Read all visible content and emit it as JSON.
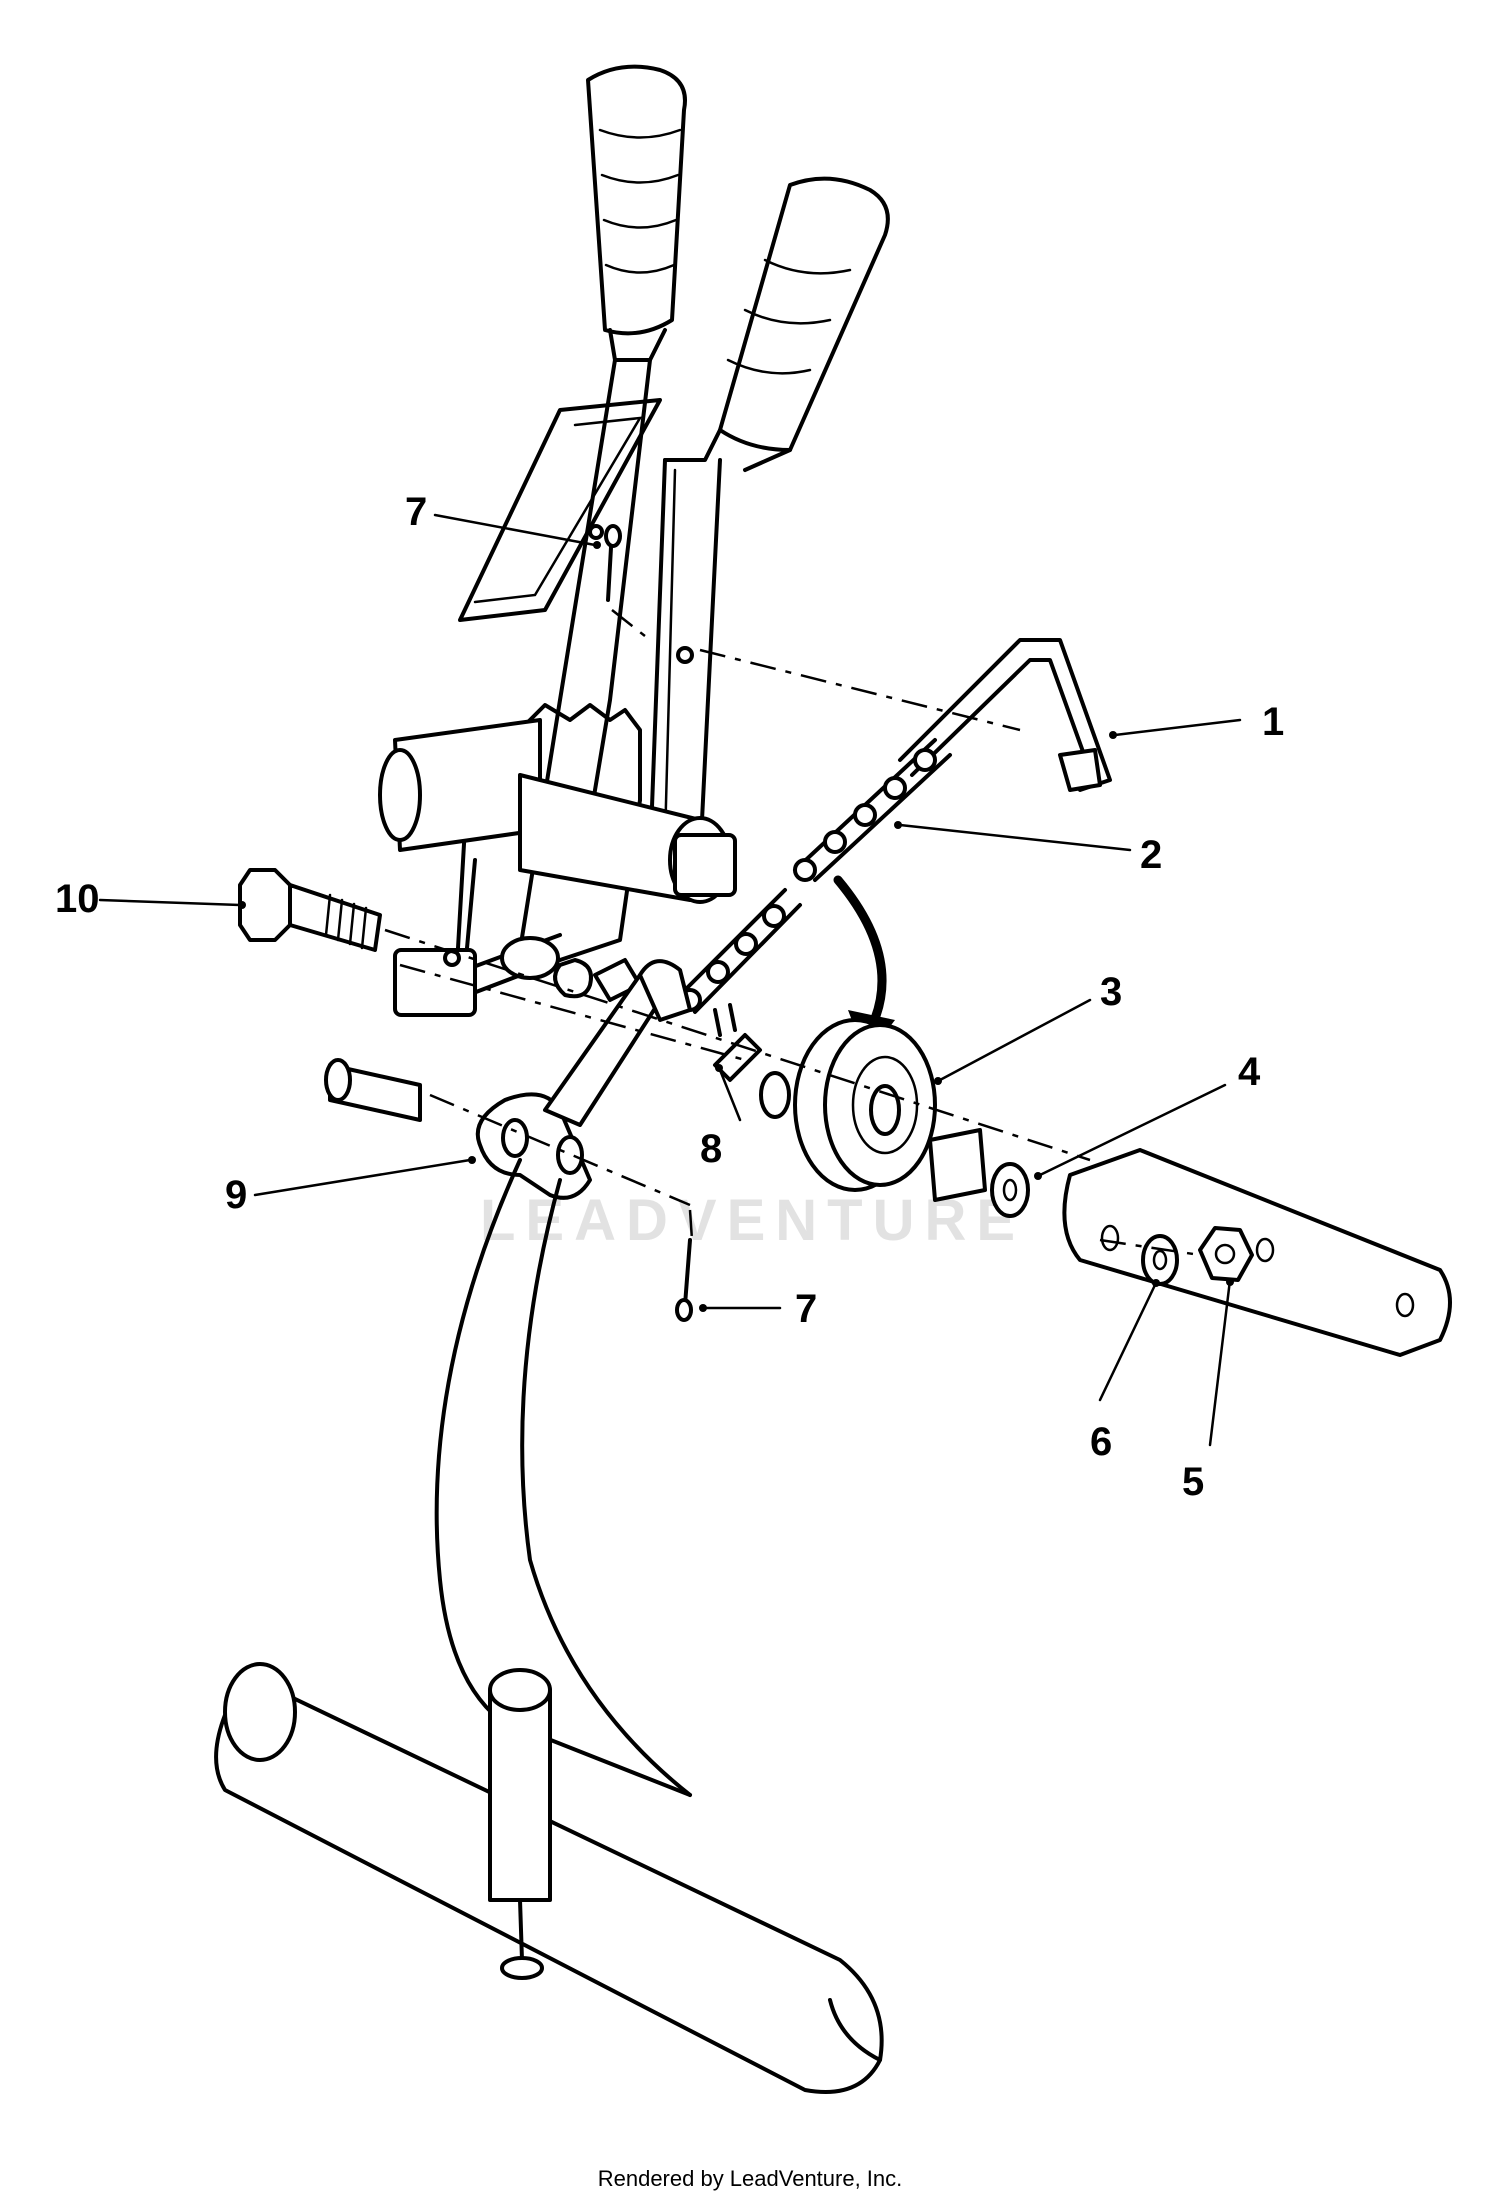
{
  "watermark": "LEADVENTURE",
  "credit": "Rendered by LeadVenture, Inc.",
  "callouts": [
    "1",
    "2",
    "3",
    "4",
    "5",
    "6",
    "7",
    "7",
    "8",
    "9",
    "10"
  ]
}
